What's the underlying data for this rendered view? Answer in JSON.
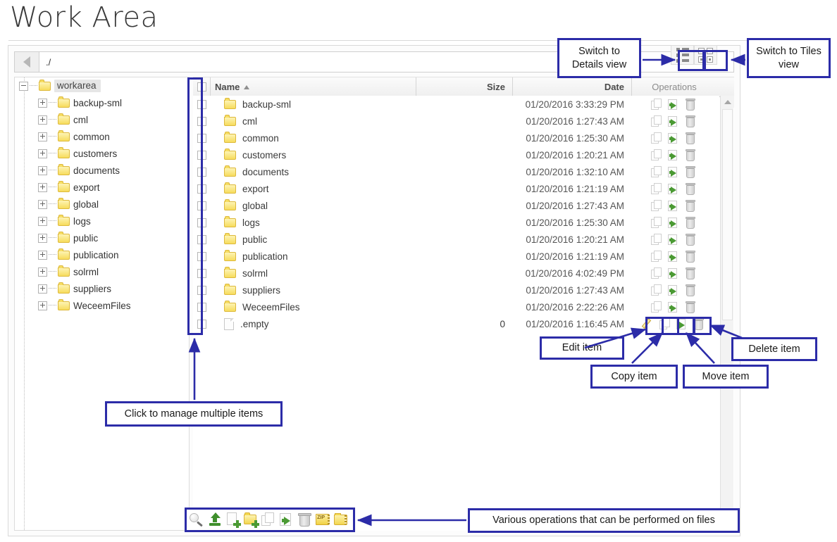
{
  "page": {
    "title": "Work Area"
  },
  "pathbar": {
    "back_icon": "back-arrow-icon",
    "value": "./",
    "placeholder": "./"
  },
  "view_switch": {
    "details_icon": "list-view-icon",
    "tiles_icon": "grid-view-icon"
  },
  "tree": {
    "root": {
      "label": "workarea",
      "expanded": true
    },
    "items": [
      {
        "label": "backup-sml"
      },
      {
        "label": "cml"
      },
      {
        "label": "common"
      },
      {
        "label": "customers"
      },
      {
        "label": "documents"
      },
      {
        "label": "export"
      },
      {
        "label": "global"
      },
      {
        "label": "logs"
      },
      {
        "label": "public"
      },
      {
        "label": "publication"
      },
      {
        "label": "solrml"
      },
      {
        "label": "suppliers"
      },
      {
        "label": "WeceemFiles"
      }
    ]
  },
  "list": {
    "columns": {
      "select_all": "",
      "name": "Name",
      "name_sort": "ascending",
      "size": "Size",
      "date": "Date",
      "operations": "Operations"
    },
    "rows": [
      {
        "name": "backup-sml",
        "type": "folder",
        "size": "",
        "date": "01/20/2016 3:33:29 PM",
        "editable": false
      },
      {
        "name": "cml",
        "type": "folder",
        "size": "",
        "date": "01/20/2016 1:27:43 AM",
        "editable": false
      },
      {
        "name": "common",
        "type": "folder",
        "size": "",
        "date": "01/20/2016 1:25:30 AM",
        "editable": false
      },
      {
        "name": "customers",
        "type": "folder",
        "size": "",
        "date": "01/20/2016 1:20:21 AM",
        "editable": false
      },
      {
        "name": "documents",
        "type": "folder",
        "size": "",
        "date": "01/20/2016 1:32:10 AM",
        "editable": false
      },
      {
        "name": "export",
        "type": "folder",
        "size": "",
        "date": "01/20/2016 1:21:19 AM",
        "editable": false
      },
      {
        "name": "global",
        "type": "folder",
        "size": "",
        "date": "01/20/2016 1:27:43 AM",
        "editable": false
      },
      {
        "name": "logs",
        "type": "folder",
        "size": "",
        "date": "01/20/2016 1:25:30 AM",
        "editable": false
      },
      {
        "name": "public",
        "type": "folder",
        "size": "",
        "date": "01/20/2016 1:20:21 AM",
        "editable": false
      },
      {
        "name": "publication",
        "type": "folder",
        "size": "",
        "date": "01/20/2016 1:21:19 AM",
        "editable": false
      },
      {
        "name": "solrml",
        "type": "folder",
        "size": "",
        "date": "01/20/2016 4:02:49 PM",
        "editable": false
      },
      {
        "name": "suppliers",
        "type": "folder",
        "size": "",
        "date": "01/20/2016 1:27:43 AM",
        "editable": false
      },
      {
        "name": "WeceemFiles",
        "type": "folder",
        "size": "",
        "date": "01/20/2016 2:22:26 AM",
        "editable": false
      },
      {
        "name": ".empty",
        "type": "file",
        "size": "0",
        "date": "01/20/2016 1:16:45 AM",
        "editable": true
      }
    ]
  },
  "toolbar": {
    "buttons": [
      {
        "name": "search",
        "icon": "magnifier-icon"
      },
      {
        "name": "upload",
        "icon": "upload-arrow-icon"
      },
      {
        "name": "new-file",
        "icon": "new-file-icon"
      },
      {
        "name": "new-folder",
        "icon": "new-folder-icon"
      },
      {
        "name": "copy",
        "icon": "copy-icon"
      },
      {
        "name": "move",
        "icon": "move-icon"
      },
      {
        "name": "delete",
        "icon": "trash-icon"
      },
      {
        "name": "zip",
        "icon": "zip-icon"
      },
      {
        "name": "unzip",
        "icon": "unzip-icon"
      }
    ]
  },
  "annotations": {
    "details_view": "Switch to\nDetails view",
    "details_view_line1": "Switch to",
    "details_view_line2": "Details view",
    "tiles_view_line1": "Switch to Tiles",
    "tiles_view_line2": "view",
    "multi_select": "Click to manage multiple items",
    "edit_item": "Edit item",
    "copy_item": "Copy item",
    "move_item": "Move item",
    "delete_item": "Delete item",
    "operations": "Various operations that can be performed on files"
  },
  "colors": {
    "annotation": "#2c2ca8",
    "folder": "#f3d74f",
    "green": "#4b9a34"
  }
}
